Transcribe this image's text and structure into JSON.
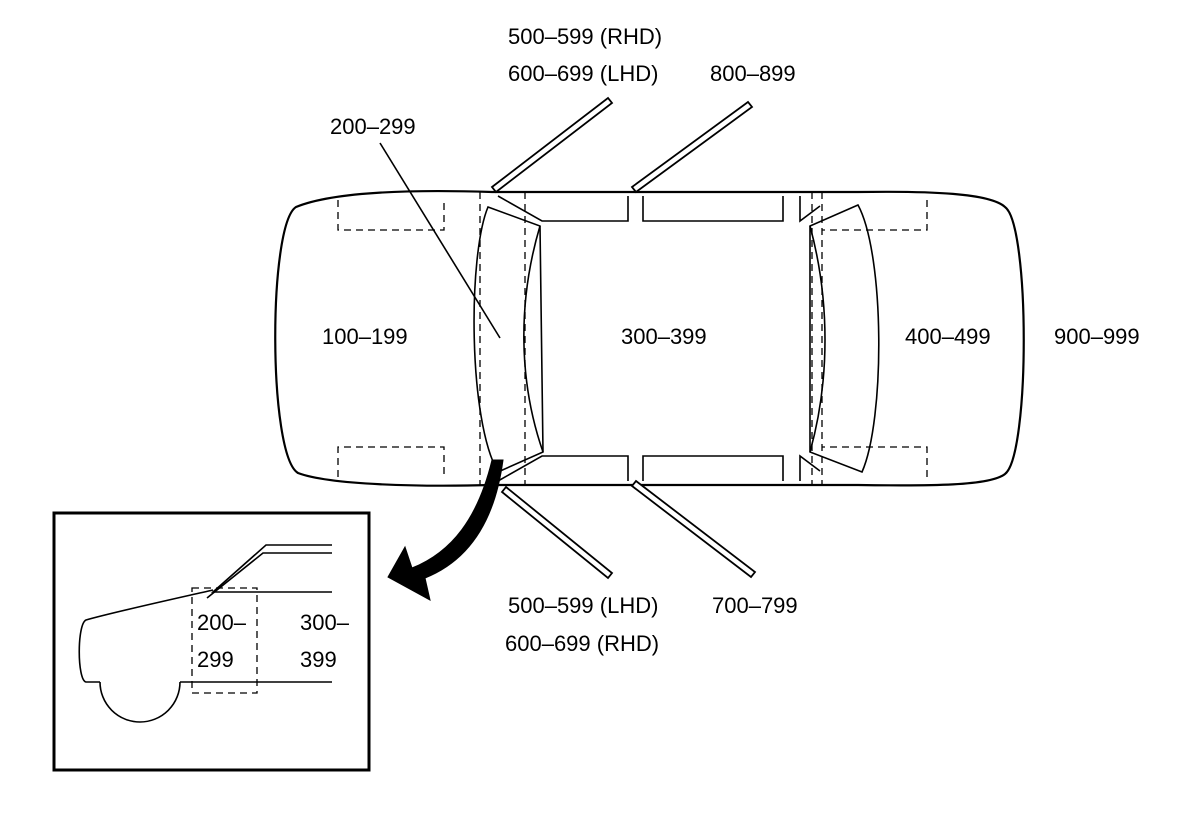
{
  "zones": {
    "front": "100–199",
    "cowl": "200–299",
    "center": "300–399",
    "rear": "400–499",
    "rear_exterior": "900–999",
    "upper_front_door_rhd": "500–599 (RHD)",
    "upper_front_door_lhd": "600–699 (LHD)",
    "upper_rear_door": "800–899",
    "lower_front_door_lhd": "500–599 (LHD)",
    "lower_front_door_rhd": "600–699 (RHD)",
    "lower_rear_door": "700–799"
  },
  "inset": {
    "cowl_line1": "200–",
    "cowl_line2": "299",
    "center_line1": "300–",
    "center_line2": "399"
  }
}
